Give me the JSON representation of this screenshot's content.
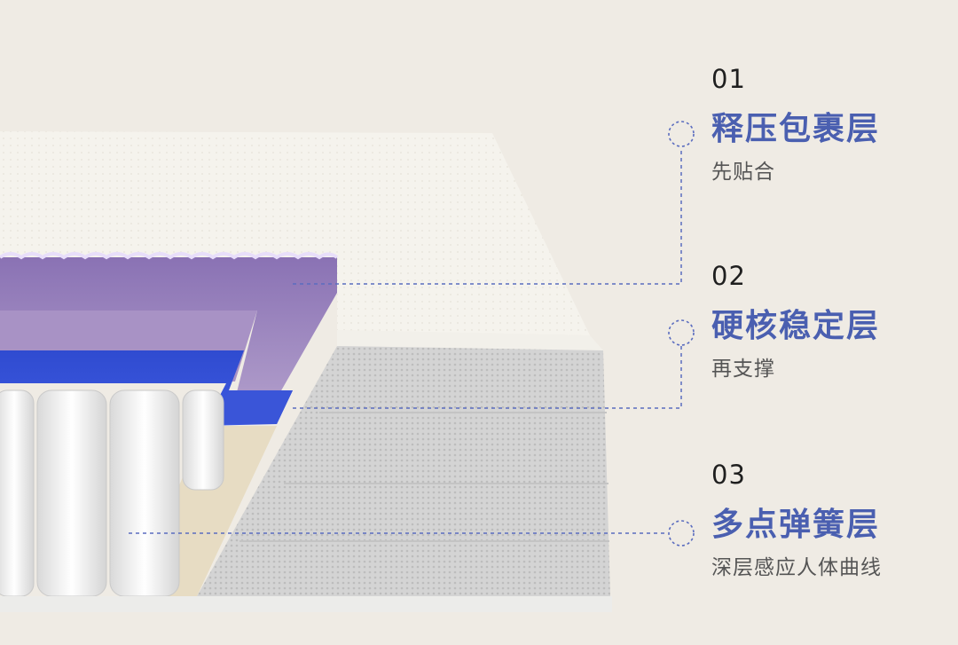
{
  "layers": [
    {
      "num": "01",
      "title": "释压包裹层",
      "sub": "先贴合"
    },
    {
      "num": "02",
      "title": "硬核稳定层",
      "sub": "再支撑"
    },
    {
      "num": "03",
      "title": "多点弹簧层",
      "sub": "深层感应人体曲线"
    }
  ],
  "colors": {
    "background": "#efebe4",
    "accent": "#4a5fb0",
    "purple_layer": "#9c86bd",
    "blue_layer": "#3753d0",
    "fabric": "#d6d6d6"
  }
}
